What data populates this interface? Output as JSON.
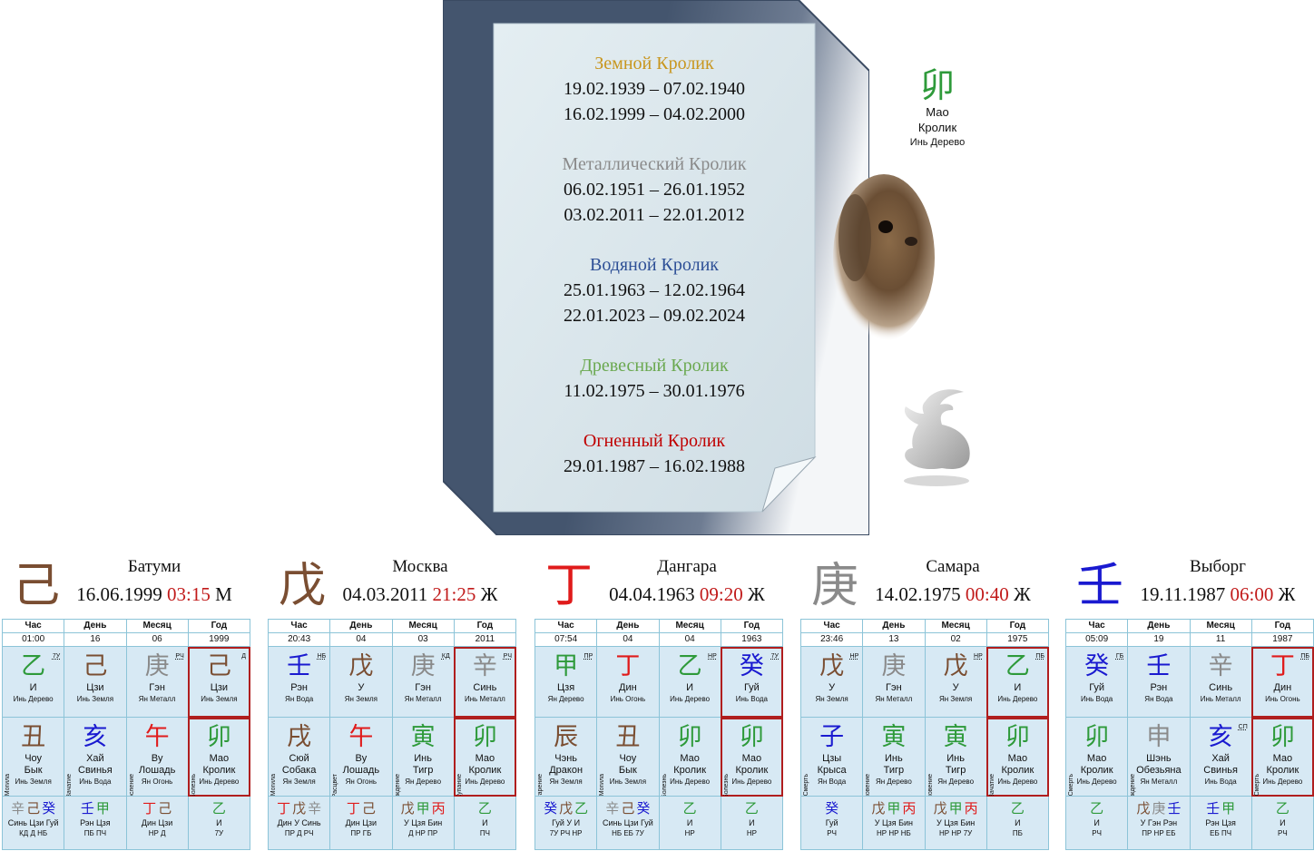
{
  "rabbit_years": [
    {
      "name": "Земной Кролик",
      "color": "#c8961e",
      "ranges": [
        "19.02.1939 – 07.02.1940",
        "16.02.1999 – 04.02.2000"
      ]
    },
    {
      "name": "Металлический Кролик",
      "color": "#8a8a8a",
      "ranges": [
        "06.02.1951 – 26.01.1952",
        "03.02.2011 – 22.01.2012"
      ]
    },
    {
      "name": "Водяной Кролик",
      "color": "#2d4f96",
      "ranges": [
        "25.01.1963 – 12.02.1964",
        "22.01.2023 – 09.02.2024"
      ]
    },
    {
      "name": "Древесный Кролик",
      "color": "#6aa84f",
      "ranges": [
        "11.02.1975 – 30.01.1976"
      ]
    },
    {
      "name": "Огненный Кролик",
      "color": "#c00000",
      "ranges": [
        "29.01.1987 – 16.02.1988"
      ]
    }
  ],
  "sign": {
    "hanzi": "卯",
    "pinyin": "Мао",
    "animal": "Кролик",
    "element": "Инь Дерево"
  },
  "headers": [
    "Час",
    "День",
    "Месяц",
    "Год"
  ],
  "colors": {
    "wood": "#2e9a3a",
    "fire": "#e01b1b",
    "earth": "#7a4e32",
    "metal": "#8a8a8a",
    "water": "#1a1ad0"
  },
  "charts": [
    {
      "big": "己",
      "big_color": "#7a4e32",
      "city": "Батуми",
      "date": "16.06.1999",
      "time": "03:15",
      "sex": "М",
      "nums": [
        "01:00",
        "16",
        "06",
        "1999"
      ],
      "stems": [
        {
          "g": "乙",
          "c": "#2e9a3a",
          "sup": "7У",
          "n": "И",
          "e": "Инь Дерево"
        },
        {
          "g": "己",
          "c": "#7a4e32",
          "sup": "",
          "n": "Цзи",
          "e": "Инь Земля"
        },
        {
          "g": "庚",
          "c": "#8a8a8a",
          "sup": "РЧ",
          "n": "Гэн",
          "e": "Ян Металл"
        },
        {
          "g": "己",
          "c": "#7a4e32",
          "sup": "Д",
          "n": "Цзи",
          "e": "Инь Земля"
        }
      ],
      "branches": [
        {
          "g": "丑",
          "c": "#7a4e32",
          "side": "Могила",
          "n": "Чоу",
          "a": "Бык",
          "e": "Инь Земля"
        },
        {
          "g": "亥",
          "c": "#1a1ad0",
          "side": "Зачатие",
          "n": "Хай",
          "a": "Свинья",
          "e": "Инь Вода"
        },
        {
          "g": "午",
          "c": "#e01b1b",
          "side": "Взросление",
          "n": "Ву",
          "a": "Лошадь",
          "e": "Ян Огонь"
        },
        {
          "g": "卯",
          "c": "#2e9a3a",
          "side": "Болезнь",
          "n": "Мао",
          "a": "Кролик",
          "e": "Инь Дерево"
        }
      ],
      "hidden": [
        {
          "h": [
            [
              "辛",
              "#8a8a8a"
            ],
            [
              "己",
              "#7a4e32"
            ],
            [
              "癸",
              "#1a1ad0"
            ]
          ],
          "n": "Синь Цзи Гуй",
          "r": "КД Д НБ"
        },
        {
          "h": [
            [
              "壬",
              "#1a1ad0"
            ],
            [
              "甲",
              "#2e9a3a"
            ]
          ],
          "n": "Рэн Цзя",
          "r": "ПБ ПЧ"
        },
        {
          "h": [
            [
              "丁",
              "#e01b1b"
            ],
            [
              "己",
              "#7a4e32"
            ]
          ],
          "n": "Дин Цзи",
          "r": "НР Д"
        },
        {
          "h": [
            [
              "乙",
              "#2e9a3a"
            ]
          ],
          "n": "И",
          "r": "7У"
        }
      ]
    },
    {
      "big": "戊",
      "big_color": "#7a4e32",
      "city": "Москва",
      "date": "04.03.2011",
      "time": "21:25",
      "sex": "Ж",
      "nums": [
        "20:43",
        "04",
        "03",
        "2011"
      ],
      "stems": [
        {
          "g": "壬",
          "c": "#1a1ad0",
          "sup": "НБ",
          "n": "Рэн",
          "e": "Ян Вода"
        },
        {
          "g": "戊",
          "c": "#7a4e32",
          "sup": "",
          "n": "У",
          "e": "Ян Земля"
        },
        {
          "g": "庚",
          "c": "#8a8a8a",
          "sup": "КД",
          "n": "Гэн",
          "e": "Ян Металл"
        },
        {
          "g": "辛",
          "c": "#8a8a8a",
          "sup": "РЧ",
          "n": "Синь",
          "e": "Инь Металл"
        }
      ],
      "branches": [
        {
          "g": "戌",
          "c": "#7a4e32",
          "side": "Могила",
          "n": "Сюй",
          "a": "Собака",
          "e": "Ян Земля"
        },
        {
          "g": "午",
          "c": "#e01b1b",
          "side": "Расцвет",
          "n": "Ву",
          "a": "Лошадь",
          "e": "Ян Огонь"
        },
        {
          "g": "寅",
          "c": "#2e9a3a",
          "side": "Рождение",
          "n": "Инь",
          "a": "Тигр",
          "e": "Ян Дерево"
        },
        {
          "g": "卯",
          "c": "#2e9a3a",
          "side": "Купание",
          "n": "Мао",
          "a": "Кролик",
          "e": "Инь Дерево"
        }
      ],
      "hidden": [
        {
          "h": [
            [
              "丁",
              "#e01b1b"
            ],
            [
              "戊",
              "#7a4e32"
            ],
            [
              "辛",
              "#8a8a8a"
            ]
          ],
          "n": "Дин У Синь",
          "r": "ПР Д РЧ"
        },
        {
          "h": [
            [
              "丁",
              "#e01b1b"
            ],
            [
              "己",
              "#7a4e32"
            ]
          ],
          "n": "Дин Цзи",
          "r": "ПР ГБ"
        },
        {
          "h": [
            [
              "戊",
              "#7a4e32"
            ],
            [
              "甲",
              "#2e9a3a"
            ],
            [
              "丙",
              "#e01b1b"
            ]
          ],
          "n": "У Цзя Бин",
          "r": "Д НР ПР"
        },
        {
          "h": [
            [
              "乙",
              "#2e9a3a"
            ]
          ],
          "n": "И",
          "r": "ПЧ"
        }
      ]
    },
    {
      "big": "丁",
      "big_color": "#e01b1b",
      "city": "Дангара",
      "date": "04.04.1963",
      "time": "09:20",
      "sex": "Ж",
      "nums": [
        "07:54",
        "04",
        "04",
        "1963"
      ],
      "stems": [
        {
          "g": "甲",
          "c": "#2e9a3a",
          "sup": "ПР",
          "n": "Цзя",
          "e": "Ян Дерево"
        },
        {
          "g": "丁",
          "c": "#e01b1b",
          "sup": "",
          "n": "Дин",
          "e": "Инь Огонь"
        },
        {
          "g": "乙",
          "c": "#2e9a3a",
          "sup": "НР",
          "n": "И",
          "e": "Инь Дерево"
        },
        {
          "g": "癸",
          "c": "#1a1ad0",
          "sup": "7У",
          "n": "Гуй",
          "e": "Инь Вода"
        }
      ],
      "branches": [
        {
          "g": "辰",
          "c": "#7a4e32",
          "side": "Старение",
          "n": "Чэнь",
          "a": "Дракон",
          "e": "Ян Земля"
        },
        {
          "g": "丑",
          "c": "#7a4e32",
          "side": "Могила",
          "n": "Чоу",
          "a": "Бык",
          "e": "Инь Земля"
        },
        {
          "g": "卯",
          "c": "#2e9a3a",
          "side": "Болезнь",
          "n": "Мао",
          "a": "Кролик",
          "e": "Инь Дерево"
        },
        {
          "g": "卯",
          "c": "#2e9a3a",
          "side": "Болезнь",
          "n": "Мао",
          "a": "Кролик",
          "e": "Инь Дерево"
        }
      ],
      "hidden": [
        {
          "h": [
            [
              "癸",
              "#1a1ad0"
            ],
            [
              "戊",
              "#7a4e32"
            ],
            [
              "乙",
              "#2e9a3a"
            ]
          ],
          "n": "Гуй У И",
          "r": "7У РЧ НР"
        },
        {
          "h": [
            [
              "辛",
              "#8a8a8a"
            ],
            [
              "己",
              "#7a4e32"
            ],
            [
              "癸",
              "#1a1ad0"
            ]
          ],
          "n": "Синь Цзи Гуй",
          "r": "НБ ЕБ 7У"
        },
        {
          "h": [
            [
              "乙",
              "#2e9a3a"
            ]
          ],
          "n": "И",
          "r": "НР"
        },
        {
          "h": [
            [
              "乙",
              "#2e9a3a"
            ]
          ],
          "n": "И",
          "r": "НР"
        }
      ]
    },
    {
      "big": "庚",
      "big_color": "#8a8a8a",
      "city": "Самара",
      "date": "14.02.1975",
      "time": "00:40",
      "sex": "Ж",
      "nums": [
        "23:46",
        "13",
        "02",
        "1975"
      ],
      "stems": [
        {
          "g": "戊",
          "c": "#7a4e32",
          "sup": "НР",
          "n": "У",
          "e": "Ян Земля"
        },
        {
          "g": "庚",
          "c": "#8a8a8a",
          "sup": "",
          "n": "Гэн",
          "e": "Ян Металл"
        },
        {
          "g": "戊",
          "c": "#7a4e32",
          "sup": "НР",
          "n": "У",
          "e": "Ян Земля"
        },
        {
          "g": "乙",
          "c": "#2e9a3a",
          "sup": "ПБ",
          "n": "И",
          "e": "Инь Дерево"
        }
      ],
      "branches": [
        {
          "g": "子",
          "c": "#1a1ad0",
          "side": "Смерть",
          "n": "Цзы",
          "a": "Крыса",
          "e": "Ян Вода"
        },
        {
          "g": "寅",
          "c": "#2e9a3a",
          "side": "Исчезновение",
          "n": "Инь",
          "a": "Тигр",
          "e": "Ян Дерево"
        },
        {
          "g": "寅",
          "c": "#2e9a3a",
          "side": "Исчезновение",
          "n": "Инь",
          "a": "Тигр",
          "e": "Ян Дерево"
        },
        {
          "g": "卯",
          "c": "#2e9a3a",
          "side": "Зачатие",
          "n": "Мао",
          "a": "Кролик",
          "e": "Инь Дерево"
        }
      ],
      "hidden": [
        {
          "h": [
            [
              "癸",
              "#1a1ad0"
            ]
          ],
          "n": "Гуй",
          "r": "РЧ"
        },
        {
          "h": [
            [
              "戊",
              "#7a4e32"
            ],
            [
              "甲",
              "#2e9a3a"
            ],
            [
              "丙",
              "#e01b1b"
            ]
          ],
          "n": "У Цзя Бин",
          "r": "НР НР НБ"
        },
        {
          "h": [
            [
              "戊",
              "#7a4e32"
            ],
            [
              "甲",
              "#2e9a3a"
            ],
            [
              "丙",
              "#e01b1b"
            ]
          ],
          "n": "У Цзя Бин",
          "r": "НР НР 7У"
        },
        {
          "h": [
            [
              "乙",
              "#2e9a3a"
            ]
          ],
          "n": "И",
          "r": "ПБ"
        }
      ]
    },
    {
      "big": "壬",
      "big_color": "#1a1ad0",
      "city": "Выборг",
      "date": "19.11.1987",
      "time": "06:00",
      "sex": "Ж",
      "nums": [
        "05:09",
        "19",
        "11",
        "1987"
      ],
      "stems": [
        {
          "g": "癸",
          "c": "#1a1ad0",
          "sup": "ГБ",
          "n": "Гуй",
          "e": "Инь Вода"
        },
        {
          "g": "壬",
          "c": "#1a1ad0",
          "sup": "",
          "n": "Рэн",
          "e": "Ян Вода"
        },
        {
          "g": "辛",
          "c": "#8a8a8a",
          "sup": "",
          "n": "Синь",
          "e": "Инь Металл"
        },
        {
          "g": "丁",
          "c": "#e01b1b",
          "sup": "ПБ",
          "n": "Дин",
          "e": "Инь Огонь"
        }
      ],
      "branches": [
        {
          "g": "卯",
          "c": "#2e9a3a",
          "side": "Смерть",
          "n": "Мао",
          "a": "Кролик",
          "e": "Инь Дерево"
        },
        {
          "g": "申",
          "c": "#8a8a8a",
          "side": "Рождение",
          "n": "Шэнь",
          "a": "Обезьяна",
          "e": "Ян Металл"
        },
        {
          "g": "亥",
          "c": "#1a1ad0",
          "side": "",
          "sup": "СП",
          "n": "Хай",
          "a": "Свинья",
          "e": "Инь Вода"
        },
        {
          "g": "卯",
          "c": "#2e9a3a",
          "side": "Смерть",
          "n": "Мао",
          "a": "Кролик",
          "e": "Инь Дерево"
        }
      ],
      "hidden": [
        {
          "h": [
            [
              "乙",
              "#2e9a3a"
            ]
          ],
          "n": "И",
          "r": "РЧ"
        },
        {
          "h": [
            [
              "戊",
              "#7a4e32"
            ],
            [
              "庚",
              "#8a8a8a"
            ],
            [
              "壬",
              "#1a1ad0"
            ]
          ],
          "n": "У Гэн Рэн",
          "r": "ПР НР ЕБ"
        },
        {
          "h": [
            [
              "壬",
              "#1a1ad0"
            ],
            [
              "甲",
              "#2e9a3a"
            ]
          ],
          "n": "Рэн Цзя",
          "r": "ЕБ ПЧ"
        },
        {
          "h": [
            [
              "乙",
              "#2e9a3a"
            ]
          ],
          "n": "И",
          "r": "РЧ"
        }
      ]
    }
  ]
}
